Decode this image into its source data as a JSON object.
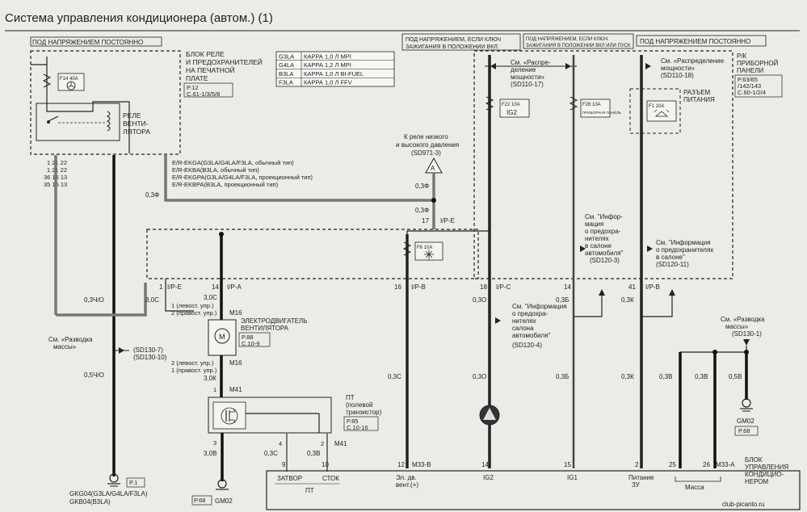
{
  "title": "Система управления кондиционера (автом.) (1)",
  "headers": {
    "const_left": "ПОД НАПРЯЖЕНИЕМ ПОСТОЯННО",
    "ign_on_1": "ПОД НАПРЯЖЕНИЕМ, ЕСЛИ КЛЮЧ",
    "ign_on_2": "ЗАЖИГАНИЯ В ПОЛОЖЕНИИ ВКЛ.",
    "ign_start_1": "ПОД НАПРЯЖЕНИЕМ, ЕСЛИ КЛЮЧ",
    "ign_start_2": "ЗАЖИГАНИЯ В ПОЛОЖЕНИИ ВКЛ ИЛИ ПУСК",
    "const_right": "ПОД НАПРЯЖЕНИЕМ ПОСТОЯННО"
  },
  "relay_box": {
    "label_1": "БЛОК РЕЛЕ",
    "label_2": "И ПРЕДОХРАНИТЕЛЕЙ",
    "label_3": "НА ПЕЧАТНОЙ",
    "label_4": "ПЛАТЕ",
    "ref_1": "P.12",
    "ref_2": "C.61-1/3/5/8",
    "fuse": "F14 40A",
    "relay_1": "РЕЛЕ",
    "relay_2": "ВЕНТИ-",
    "relay_3": "ЛЯТОРА"
  },
  "engine_table": [
    {
      "code": "G3LA",
      "desc": "КАРРА 1,0 Л MPI"
    },
    {
      "code": "G4LA",
      "desc": "КАРРА 1,2 Л MPI"
    },
    {
      "code": "B3LA",
      "desc": "КАРРА 1,0 Л BI-FUEL"
    },
    {
      "code": "F3LA",
      "desc": "КАРРА 1,0 Л FFV"
    }
  ],
  "connectors": [
    {
      "pins": "1  21  22",
      "label": "E/R-EKGA(G3LA/G4LA/F3LA, обычный тип)"
    },
    {
      "pins": "1  21  22",
      "label": "E/R-EKBA(B3LA, обычный тип)"
    },
    {
      "pins": "36  15  13",
      "label": "E/R-EKGPA(G3LA/G4LA/F3LA, проекционный тип)"
    },
    {
      "pins": "35  15  13",
      "label": "E/R-EKBPA(B3LA, проекционный тип)"
    }
  ],
  "wires": {
    "w03f_a": "0,3Ф",
    "w03f_b": "0,3Ф",
    "w03f_c": "0,3Ф",
    "w03cho": "0,3Ч/О",
    "w05cho": "0,5Ч/О",
    "w3c": "3,0С",
    "w3c_b": "3,0С",
    "w3k": "3,0К",
    "w3v": "3,0В",
    "w03c": "0,3С",
    "w03o_a": "0,3О",
    "w03o_b": "0,3О",
    "w03b_a": "0,3Б",
    "w03b_b": "0,3Б",
    "w03k_a": "0,3К",
    "w03k_b": "0,3К",
    "w03v": "0,3В",
    "w03v2": "0,3В",
    "w05v": "0,5В",
    "w03c_pt": "0,3С",
    "w03v_pt": "0,3В"
  },
  "low_high_pressure": {
    "line1": "К реле низкого",
    "line2": "и высокого давления",
    "ref": "(SD971-3)",
    "marker": "A",
    "pin": "17",
    "conn": "I/P-E"
  },
  "power_dist_left": {
    "line1": "См. «Распре-",
    "line2": "деление",
    "line3": "мощности»",
    "ref": "(SD110-17)"
  },
  "power_dist_right": {
    "line1": "См. «Распределение",
    "line2": "мощности»",
    "ref": "(SD110-18)"
  },
  "fuse_ig2": {
    "fuse": "F22 10A",
    "name": "IG2"
  },
  "fuse_panel": {
    "fuse": "F28 10A",
    "name": "ПРИБОРНАЯ ПАНЕЛЬ"
  },
  "fuse_f6": "F6 10A",
  "power_connector": {
    "fuse": "F1 10A",
    "label1": "РАЗЪЕМ",
    "label2": "ПИТАНИЯ"
  },
  "rk_panel": {
    "line1": "Р/К",
    "line2": "ПРИБОРНОЙ",
    "line3": "ПАНЕЛИ",
    "ref1": "P.63/65",
    "ref2": "/142/143",
    "ref3": "C.60-1/2/4"
  },
  "info_1": {
    "l1": "См. \"Инфор-",
    "l2": "мация",
    "l3": "о предохра-",
    "l4": "нителях",
    "l5": "в салоне",
    "l6": "автомобиля\"",
    "ref": "(SD120-3)"
  },
  "info_2": {
    "l1": "См. \"Информация",
    "l2": "о предохранителях",
    "l3": "в салоне\"",
    "ref": "(SD120-11)"
  },
  "info_3": {
    "l1": "См. \"Информация",
    "l2": "о предохра-",
    "l3": "нителях",
    "l4": "салона",
    "l5": "автомобиля\"",
    "ref": "(SD120-4)"
  },
  "ip_pins": [
    {
      "pin": "1",
      "conn": "I/P-E"
    },
    {
      "pin": "14",
      "conn": "I/P-A"
    },
    {
      "pin": "16",
      "conn": "I/P-B"
    },
    {
      "pin": "18",
      "conn": "I/P-C"
    },
    {
      "pin": "14",
      "conn": ""
    },
    {
      "pin": "41",
      "conn": "I/P-B"
    }
  ],
  "motor": {
    "m16": "M16",
    "m16b": "M16",
    "pin1": "1 (левост. упр.)",
    "pin2": "2 (правост. упр.)",
    "pin2b": "2 (левост. упр.)",
    "pin1b": "1 (правост. упр.)",
    "label1": "ЭЛЕКТРОДВИГАТЕЛЬ",
    "label2": "ВЕНТИЛЯТОРА",
    "ref1": "P.88",
    "ref2": "C.10-9",
    "symbol": "M"
  },
  "transistor": {
    "m41a": "M41",
    "m41b": "M41",
    "pin1": "1",
    "pin3": "3",
    "pin4": "4",
    "pin2": "2",
    "label1": "ПТ",
    "label2": "(полевой",
    "label3": "транзистор)",
    "ref1": "P.85",
    "ref2": "C.10-16"
  },
  "ground_left": {
    "line1": "См. «Разводка",
    "line2": "массы»",
    "ref1": "(SD130-7)",
    "ref2": "(SD130-10)",
    "gnd1": "GKG04(G3LA/G4LA/F3LA)",
    "gnd2": "GKB04(B3LA)",
    "ref": "P.1"
  },
  "ground_right": {
    "line1": "См. «Разводка",
    "line2": "массы»",
    "ref": "(SD130-1)",
    "gnd": "GM02",
    "page": "P.68"
  },
  "ground_bottom": {
    "gnd": "GM02",
    "page": "P.68"
  },
  "ecu": {
    "pin9": "9",
    "pin10": "10",
    "pin12": "12",
    "m33b": "M33-B",
    "pin14": "14",
    "pin15": "15",
    "pin2": "2",
    "pin25": "25",
    "pin26": "26",
    "m33a": "M33-A",
    "zatvor": "ЗАТВОР",
    "stok": "СТОК",
    "pt": "ПТ",
    "el_dv_1": "Эл. дв.",
    "el_dv_2": "вент.(+)",
    "ig2": "IG2",
    "ig1": "IG1",
    "pit_1": "Питание",
    "pit_2": "ЗУ",
    "massa": "Масса",
    "block_1": "БЛОК",
    "block_2": "УПРАВЛЕНИЯ",
    "block_3": "КОНДИЦИО-",
    "block_4": "НЕРОМ"
  },
  "watermark": "club-picanto.ru"
}
